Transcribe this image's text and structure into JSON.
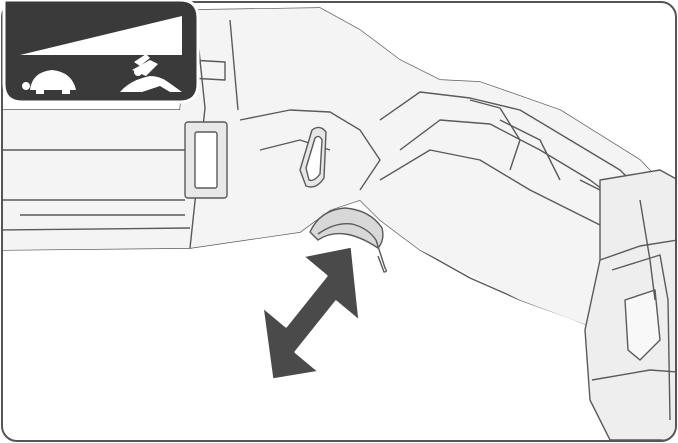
{
  "figure": {
    "kind": "tool-manual-illustration",
    "subject": "reciprocating-saw-trigger-variable-speed"
  },
  "speed_panel": {
    "slow_icon": "turtle-icon",
    "fast_icon": "rabbit-icon",
    "indicator": "speed-ramp-icon"
  },
  "arrow": {
    "icon": "double-arrow-icon",
    "meaning": "press-and-release-trigger"
  },
  "colors": {
    "panel_bg": "#3a3a3a",
    "icon_fill": "#ffffff",
    "arrow_fill": "#4a4a4a",
    "line_art": "#5a5a5a",
    "frame_border": "#555555"
  }
}
